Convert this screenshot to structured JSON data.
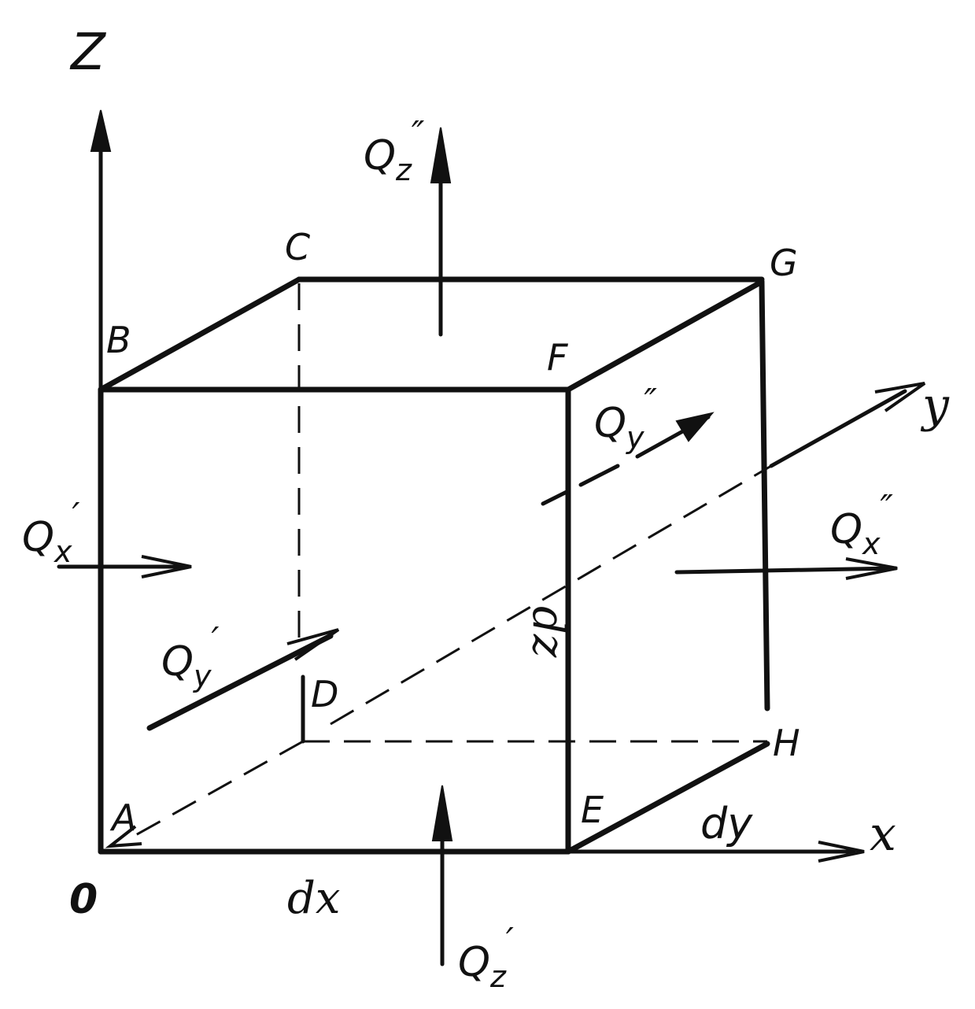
{
  "labels": {
    "axis_z": "Z",
    "axis_x": "x",
    "axis_y": "y",
    "origin": "0",
    "A": "A",
    "B": "B",
    "C": "C",
    "D": "D",
    "E": "E",
    "F": "F",
    "G": "G",
    "H": "H",
    "dx": "dx",
    "dy": "dy",
    "dz": "dz"
  },
  "fluxes": {
    "qz_out": {
      "base": "Q",
      "sub": "z",
      "prime": "″"
    },
    "qz_in": {
      "base": "Q",
      "sub": "z",
      "prime": "′"
    },
    "qx_in": {
      "base": "Q",
      "sub": "x",
      "prime": "′"
    },
    "qx_out": {
      "base": "Q",
      "sub": "x",
      "prime": "″"
    },
    "qy_in": {
      "base": "Q",
      "sub": "y",
      "prime": "′"
    },
    "qy_out": {
      "base": "Q",
      "sub": "y",
      "prime": "″"
    }
  },
  "colors": {
    "ink": "#111111",
    "paper": "#ffffff"
  }
}
